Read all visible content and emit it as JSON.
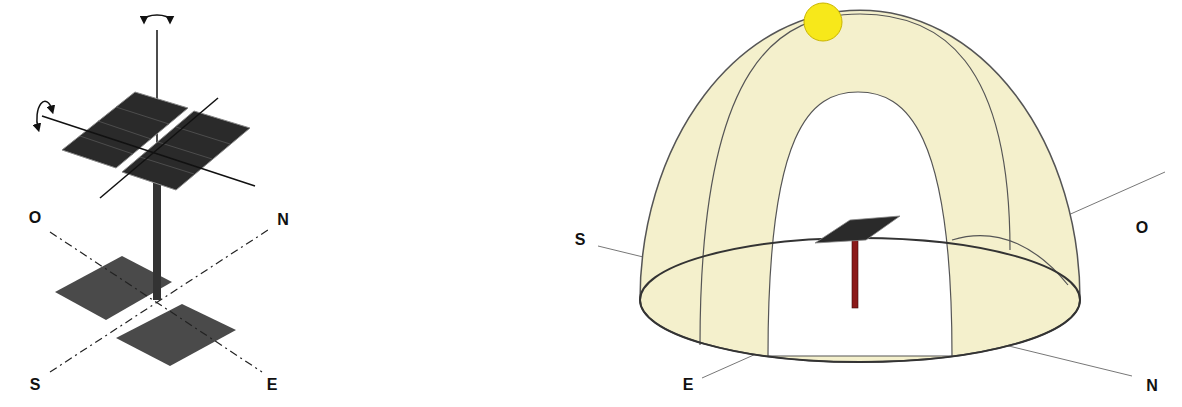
{
  "diagram": {
    "labels": [
      "O",
      "N",
      "S",
      "E",
      "S",
      "O",
      "N",
      "E"
    ]
  }
}
